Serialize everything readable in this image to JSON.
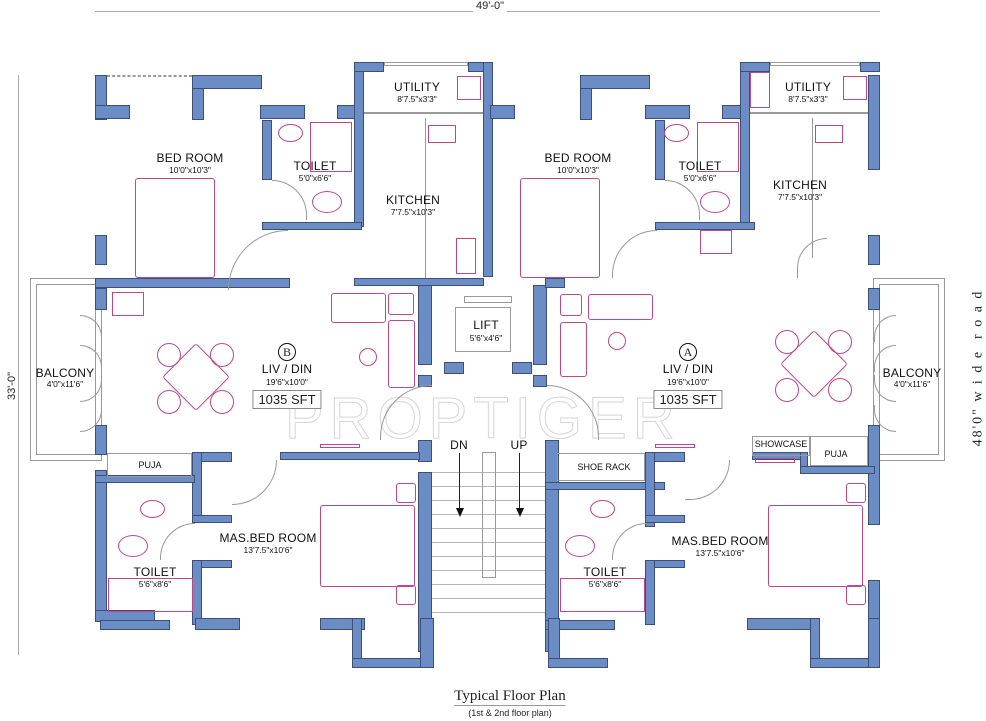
{
  "dimensions": {
    "overall_width": "49'-0\"",
    "overall_depth": "33'-0\"",
    "road": "48'0\" w i d e  r o a d"
  },
  "watermark": "PROPTIGER",
  "unit_b": {
    "marker": "B",
    "bedroom": {
      "name": "BED ROOM",
      "size": "10'0\"x10'3\""
    },
    "toilet_top": {
      "name": "TOILET",
      "size": "5'0\"x6'6\""
    },
    "utility": {
      "name": "UTILITY",
      "size": "8'7.5\"x3'3\""
    },
    "kitchen": {
      "name": "KITCHEN",
      "size": "7'7.5\"x10'3\""
    },
    "balcony": {
      "name": "BALCONY",
      "size": "4'0\"x11'6\""
    },
    "living": {
      "name": "LIV / DIN",
      "size": "19'6\"x10'0\"",
      "area": "1035 SFT"
    },
    "puja": {
      "name": "PUJA"
    },
    "master_bed": {
      "name": "MAS.BED ROOM",
      "size": "13'7.5\"x10'6\""
    },
    "toilet_bottom": {
      "name": "TOILET",
      "size": "5'6\"x8'6\""
    }
  },
  "unit_a": {
    "marker": "A",
    "bedroom": {
      "name": "BED ROOM",
      "size": "10'0\"x10'3\""
    },
    "toilet_top": {
      "name": "TOILET",
      "size": "5'0\"x6'6\""
    },
    "utility": {
      "name": "UTILITY",
      "size": "8'7.5\"x3'3\""
    },
    "kitchen": {
      "name": "KITCHEN",
      "size": "7'7.5\"x10'3\""
    },
    "balcony": {
      "name": "BALCONY",
      "size": "4'0\"x11'6\""
    },
    "living": {
      "name": "LIV / DIN",
      "size": "19'6\"x10'0\"",
      "area": "1035 SFT"
    },
    "showcase": {
      "name": "SHOWCASE"
    },
    "puja": {
      "name": "PUJA"
    },
    "shoe_rack": {
      "name": "SHOE RACK"
    },
    "master_bed": {
      "name": "MAS.BED ROOM",
      "size": "13'7.5\"x10'6\""
    },
    "toilet_bottom": {
      "name": "TOILET",
      "size": "5'6\"x8'6\""
    }
  },
  "core": {
    "lift": {
      "name": "LIFT",
      "size": "5'6\"x4'6\""
    },
    "stair_down": "DN",
    "stair_up": "UP"
  },
  "caption": {
    "title": "Typical Floor Plan",
    "subtitle": "(1st & 2nd floor plan)"
  },
  "colors": {
    "wall": "#6b8cc4",
    "furniture": "#c0478a"
  }
}
